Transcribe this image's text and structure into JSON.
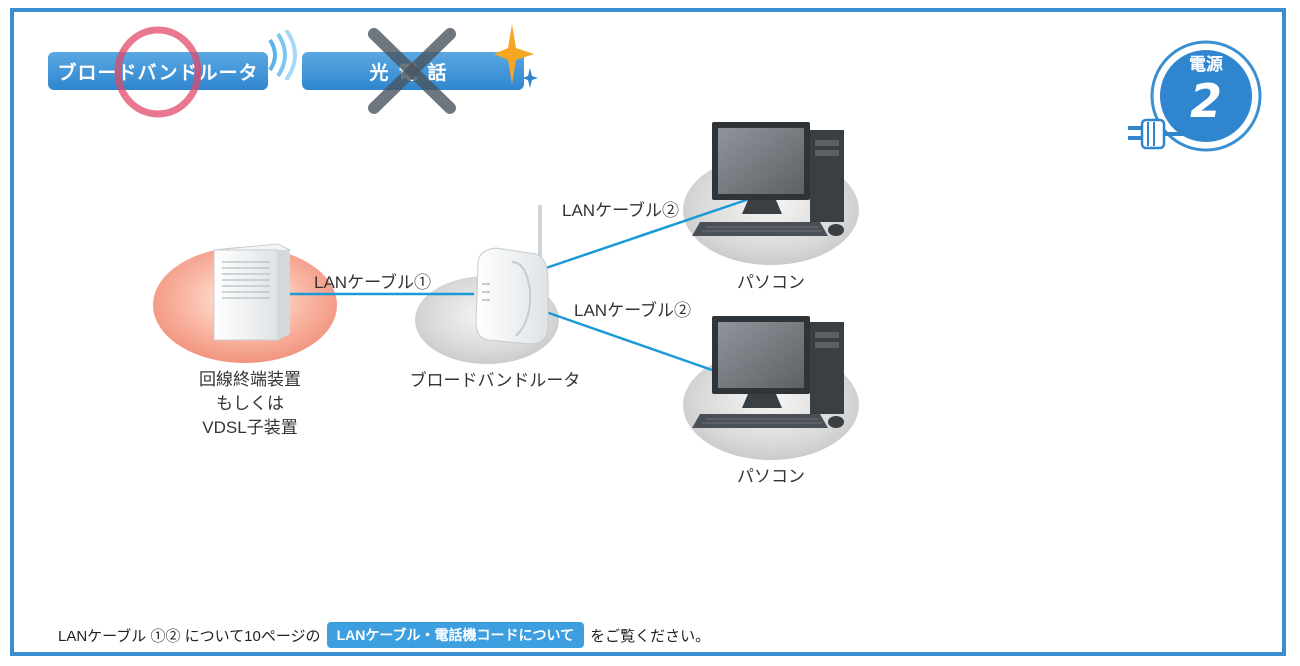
{
  "tabs": {
    "router_label": "ブロードバンドルータ",
    "hikari_label": "光電話"
  },
  "power": {
    "label": "電源",
    "number": "2"
  },
  "diagram": {
    "cable1_label": "LANケーブル①",
    "cable2_top_label": "LANケーブル②",
    "cable2_bottom_label": "LANケーブル②",
    "onu_label_line1": "回線終端装置",
    "onu_label_line2": "もしくは",
    "onu_label_line3": "VDSL子装置",
    "router_label": "ブロードバンドルータ",
    "pc_top_label": "パソコン",
    "pc_bottom_label": "パソコン",
    "line_color": "#1a9ad6"
  },
  "footer": {
    "prefix": "LANケーブル ①② について10ページの",
    "link": "LANケーブル・電話機コードについて",
    "suffix": "をご覧ください。"
  }
}
